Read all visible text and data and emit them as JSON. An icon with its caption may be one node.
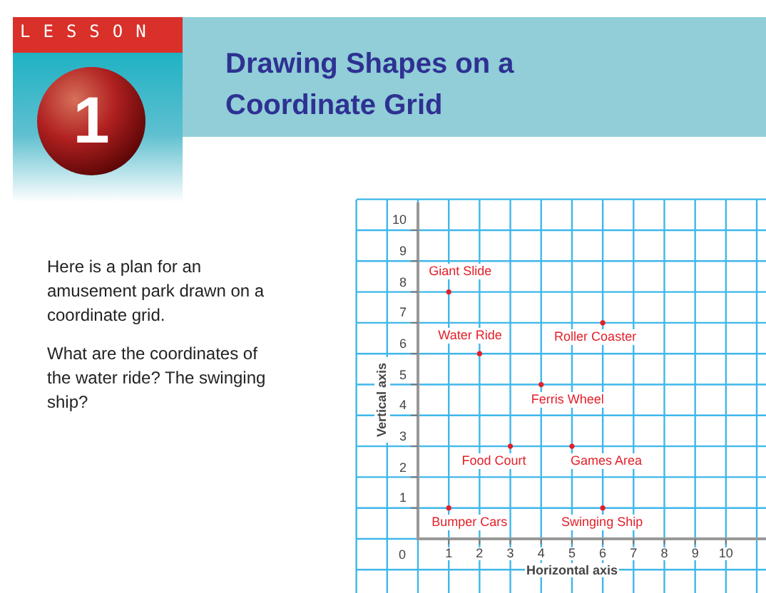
{
  "diagram": {
    "title": "Drawing Shapes on a Coordinate Grid",
    "labels": [
      "LESSON",
      "1",
      "Here is a plan for an amusement park drawn on a coordinate grid.",
      "What are the coordinates of the water ride? The swinging ship?",
      "0"
    ],
    "chart_data": {
      "type": "scatter",
      "xlabel": "Horizontal axis",
      "ylabel": "Vertical axis",
      "x": [
        1,
        2,
        6,
        4,
        3,
        5,
        1,
        6
      ],
      "values": [
        8,
        6,
        7,
        5,
        3,
        3,
        1,
        1
      ],
      "xlim": [
        0,
        11.3
      ],
      "ylim": [
        0,
        10.9
      ],
      "grid": true,
      "xticks": [
        1,
        2,
        3,
        4,
        5,
        6,
        7,
        8,
        9,
        10
      ],
      "yticks": [
        1,
        2,
        3,
        4,
        5,
        6,
        7,
        8,
        9,
        10
      ],
      "annotations": [
        {
          "x": 1,
          "y": 8,
          "text": "Giant Slide"
        },
        {
          "x": 2,
          "y": 6,
          "text": "Water Ride"
        },
        {
          "x": 6,
          "y": 7,
          "text": "Roller Coaster"
        },
        {
          "x": 4,
          "y": 5,
          "text": "Ferris Wheel"
        },
        {
          "x": 3,
          "y": 3,
          "text": "Food Court"
        },
        {
          "x": 5,
          "y": 3,
          "text": "Games Area"
        },
        {
          "x": 1,
          "y": 1,
          "text": "Bumper Cars"
        },
        {
          "x": 6,
          "y": 1,
          "text": "Swinging Ship"
        }
      ]
    }
  }
}
